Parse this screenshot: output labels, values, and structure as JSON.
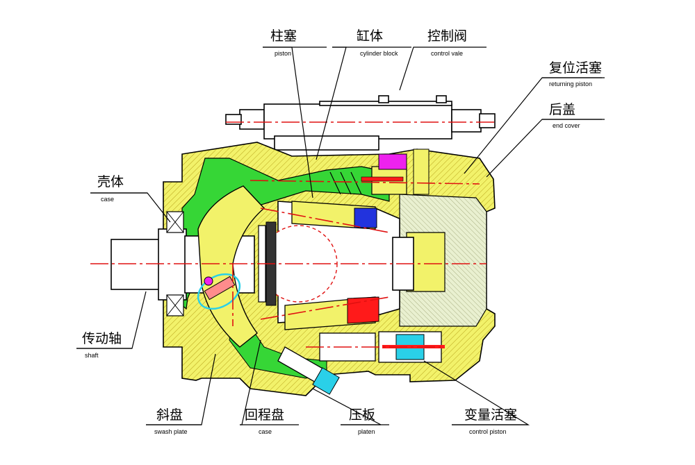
{
  "colors": {
    "housing": "#f2f26a",
    "cavity": "#36d636",
    "red_part": "#ff1a1a",
    "blue_part": "#2233dd",
    "magenta_part": "#ee22ee",
    "cyan_part": "#2ad0e8",
    "centerline": "#e01010",
    "line": "#000000",
    "watermark": "#c9c9c9"
  },
  "labels": {
    "piston": {
      "zh": "柱塞",
      "en": "piston"
    },
    "cylinder": {
      "zh": "缸体",
      "en": "cylinder block"
    },
    "control": {
      "zh": "控制阀",
      "en": "control vale"
    },
    "returning": {
      "zh": "复位活塞",
      "en": "returning piston"
    },
    "endcover": {
      "zh": "后盖",
      "en": "end cover"
    },
    "case": {
      "zh": "壳体",
      "en": "case"
    },
    "shaft": {
      "zh": "传动轴",
      "en": "shaft"
    },
    "swash": {
      "zh": "斜盘",
      "en": "swash plate"
    },
    "retplate": {
      "zh": "回程盘",
      "en": "case"
    },
    "platen": {
      "zh": "压板",
      "en": "platen"
    },
    "ctrlpist": {
      "zh": "变量活塞",
      "en": "control piston"
    }
  }
}
